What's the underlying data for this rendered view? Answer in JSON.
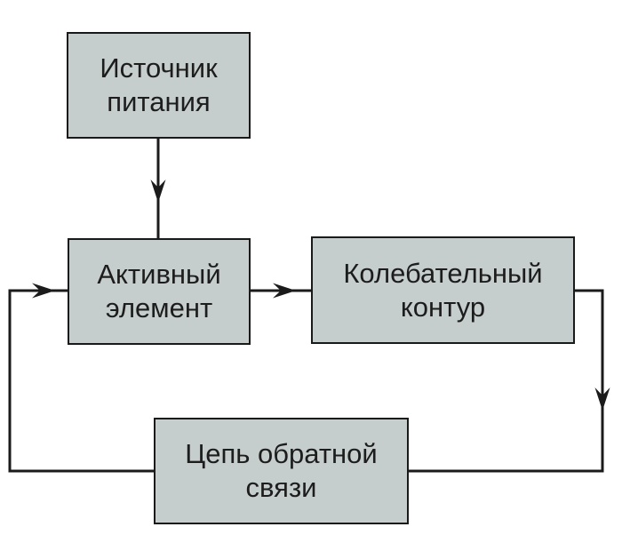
{
  "colors": {
    "background": "#ffffff",
    "box_fill": "#c6cecd",
    "box_border": "#1a1a1a",
    "line": "#1b1b1b",
    "text": "#1d1d1d"
  },
  "diagram": {
    "type": "flowchart",
    "nodes": [
      {
        "id": "power-source",
        "lines": [
          "Источник",
          "питания"
        ]
      },
      {
        "id": "active-element",
        "lines": [
          "Активный",
          "элемент"
        ]
      },
      {
        "id": "tank-circuit",
        "lines": [
          "Колебательный",
          "контур"
        ]
      },
      {
        "id": "feedback-circuit",
        "lines": [
          "Цепь обратной",
          "связи"
        ]
      }
    ],
    "edges": [
      {
        "from": "power-source",
        "to": "active-element",
        "direction": "down"
      },
      {
        "from": "active-element",
        "to": "tank-circuit",
        "direction": "right"
      },
      {
        "from": "tank-circuit",
        "to": "feedback-circuit",
        "direction": "down-left"
      },
      {
        "from": "feedback-circuit",
        "to": "active-element",
        "direction": "left-up-right"
      }
    ]
  }
}
